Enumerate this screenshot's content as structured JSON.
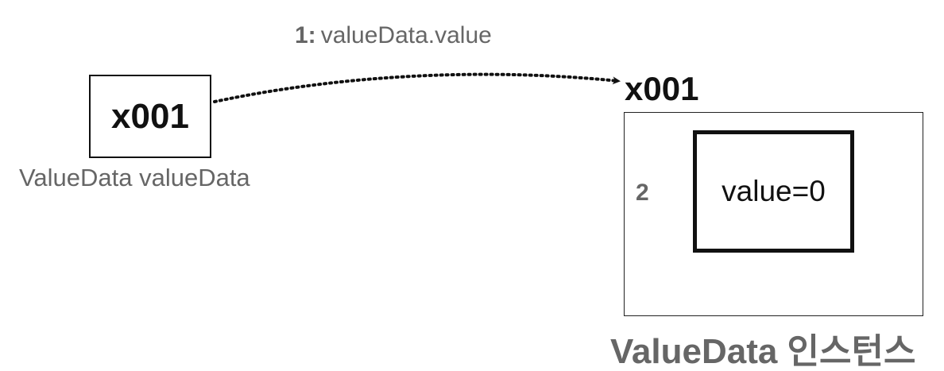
{
  "diagram": {
    "variable": {
      "value": "x001",
      "label": "ValueData valueData"
    },
    "step1": {
      "number": "1:",
      "label": "valueData.value"
    },
    "instance": {
      "reference": "x001",
      "field": "value=0",
      "label": "ValueData 인스턴스"
    },
    "step2": {
      "number": "2"
    }
  }
}
